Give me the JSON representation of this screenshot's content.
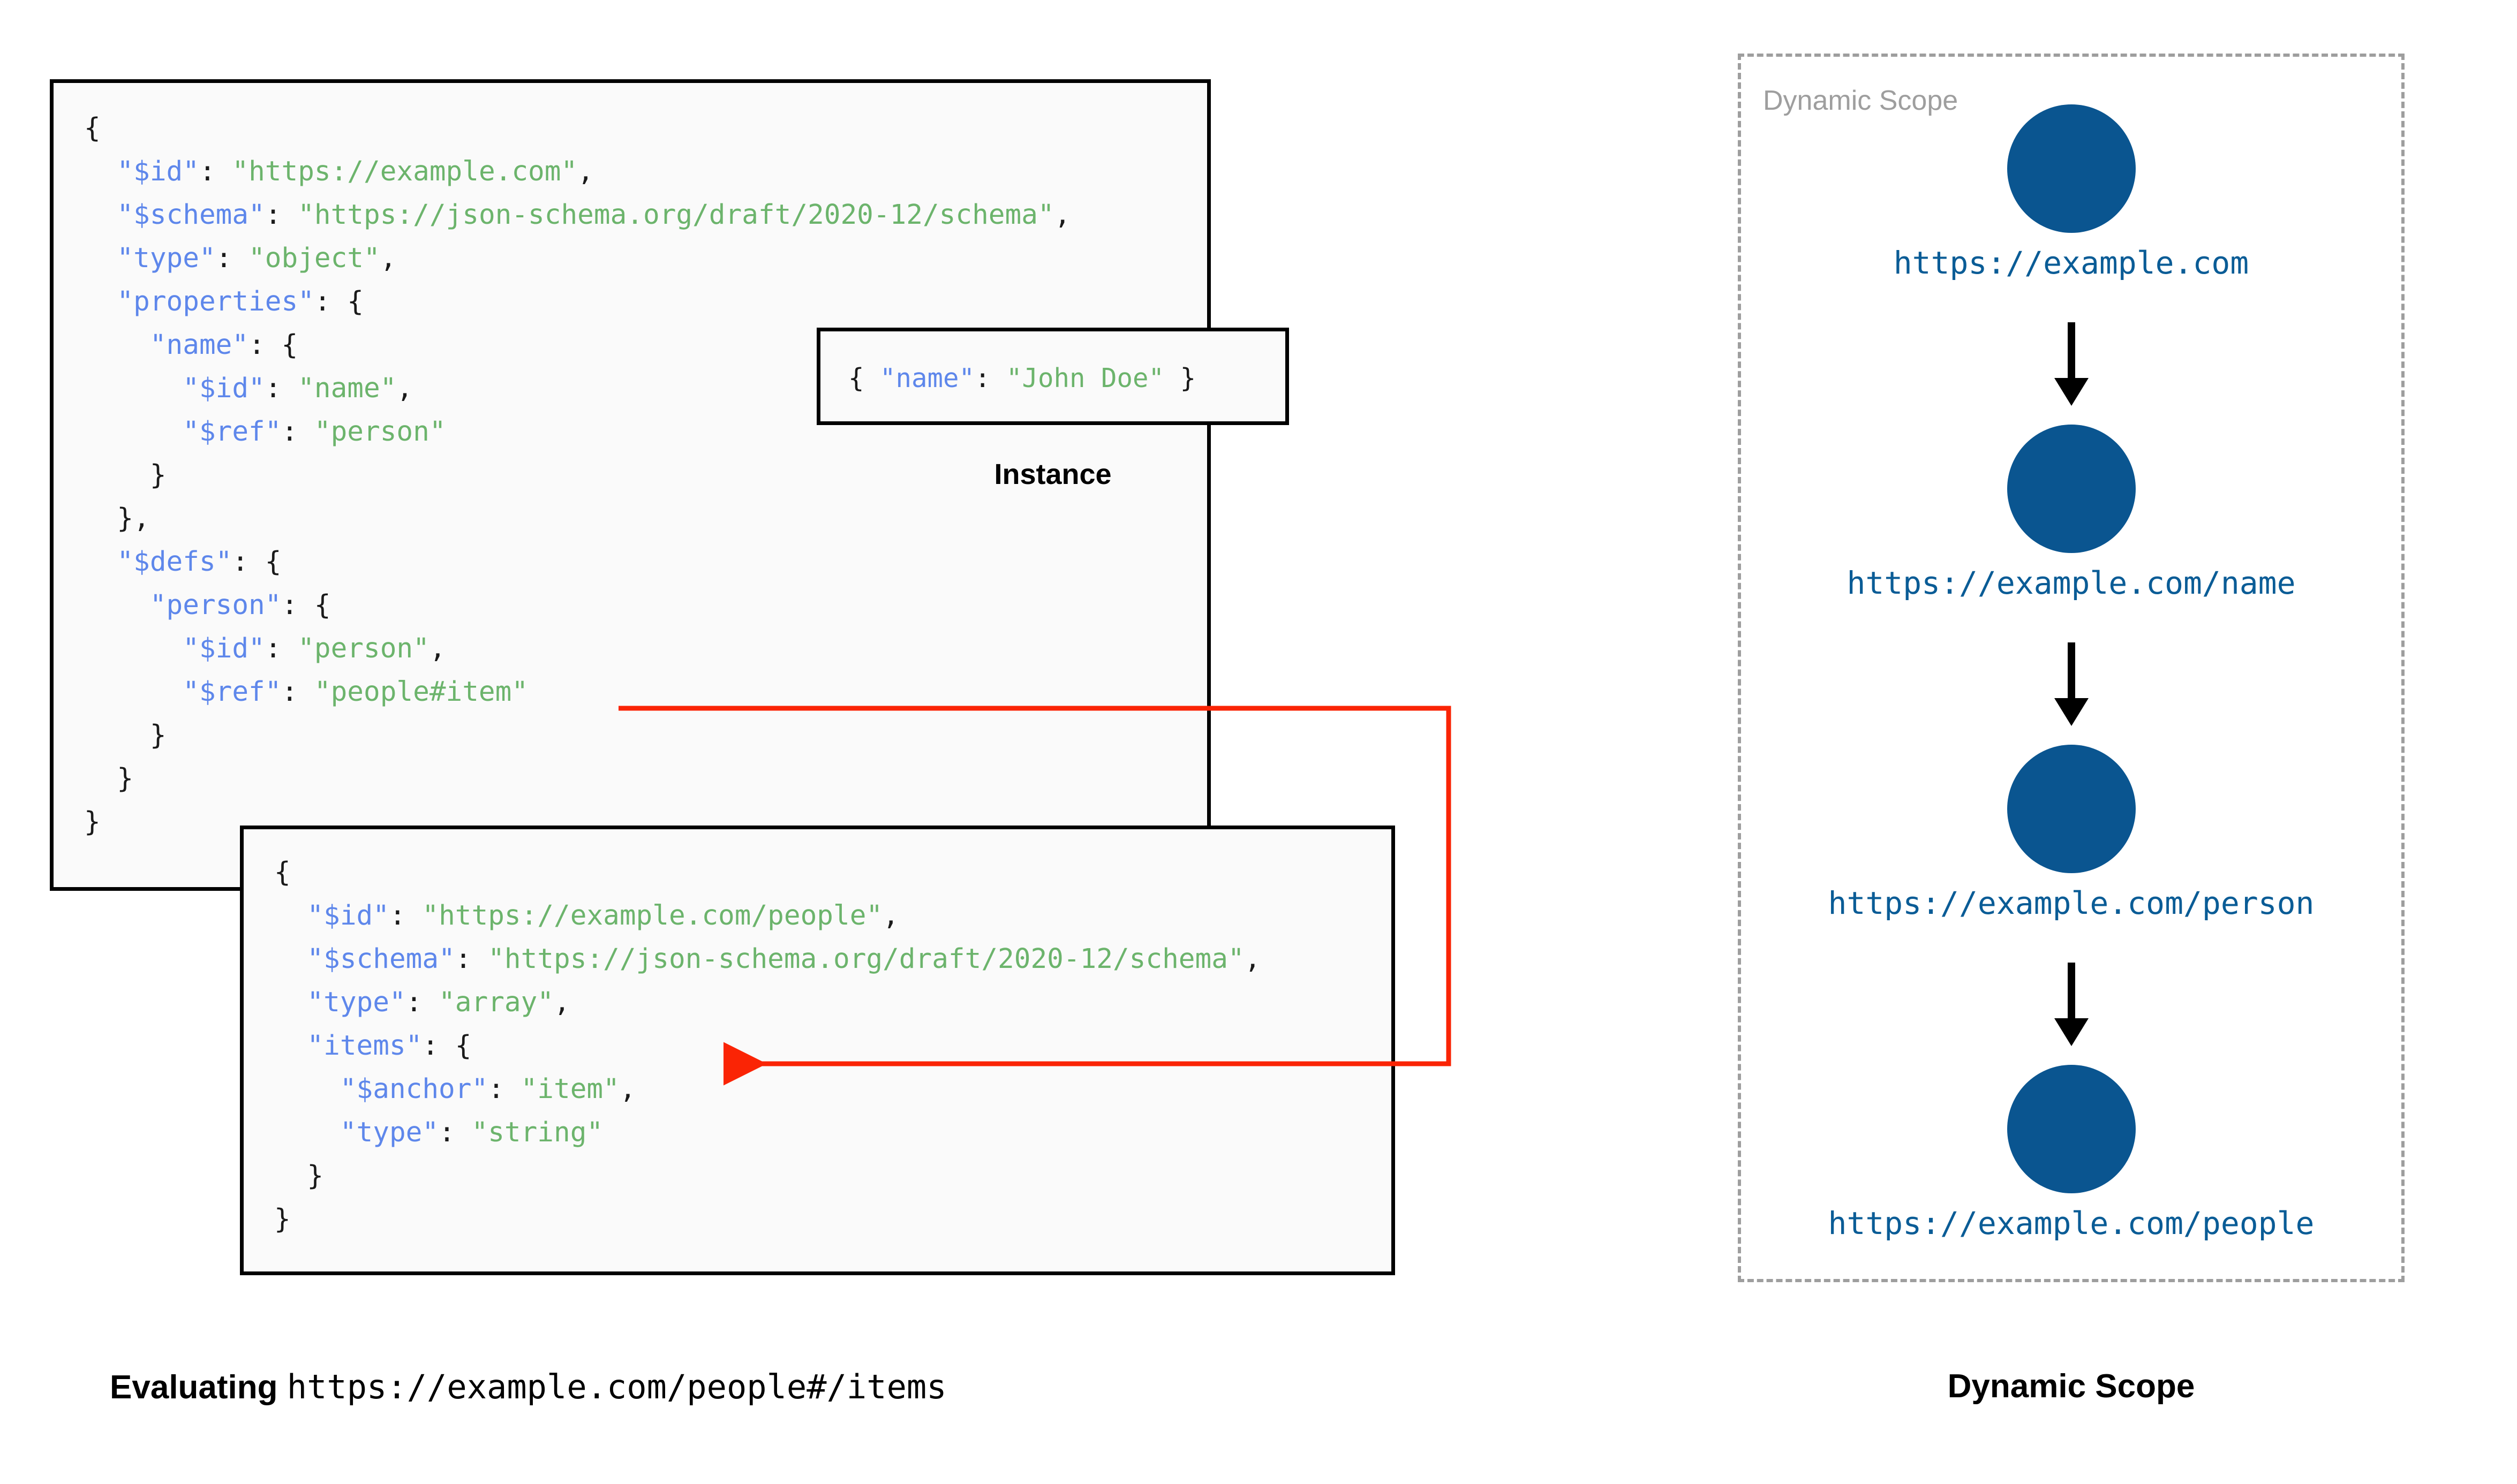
{
  "diagram": {
    "title_left": "Evaluating",
    "title_left_uri": "https://example.com/people#/items",
    "title_right": "Dynamic Scope"
  },
  "schema_root": {
    "lines": [
      [
        {
          "t": "{",
          "c": "p"
        }
      ],
      [
        {
          "t": "  ",
          "c": "p"
        },
        {
          "t": "\"$id\"",
          "c": "k"
        },
        {
          "t": ": ",
          "c": "p"
        },
        {
          "t": "\"https://example.com\"",
          "c": "v"
        },
        {
          "t": ",",
          "c": "p"
        }
      ],
      [
        {
          "t": "  ",
          "c": "p"
        },
        {
          "t": "\"$schema\"",
          "c": "k"
        },
        {
          "t": ": ",
          "c": "p"
        },
        {
          "t": "\"https://json-schema.org/draft/2020-12/schema\"",
          "c": "v"
        },
        {
          "t": ",",
          "c": "p"
        }
      ],
      [
        {
          "t": "  ",
          "c": "p"
        },
        {
          "t": "\"type\"",
          "c": "k"
        },
        {
          "t": ": ",
          "c": "p"
        },
        {
          "t": "\"object\"",
          "c": "v"
        },
        {
          "t": ",",
          "c": "p"
        }
      ],
      [
        {
          "t": "  ",
          "c": "p"
        },
        {
          "t": "\"properties\"",
          "c": "k"
        },
        {
          "t": ": {",
          "c": "p"
        }
      ],
      [
        {
          "t": "    ",
          "c": "p"
        },
        {
          "t": "\"name\"",
          "c": "k"
        },
        {
          "t": ": {",
          "c": "p"
        }
      ],
      [
        {
          "t": "      ",
          "c": "p"
        },
        {
          "t": "\"$id\"",
          "c": "k"
        },
        {
          "t": ": ",
          "c": "p"
        },
        {
          "t": "\"name\"",
          "c": "v"
        },
        {
          "t": ",",
          "c": "p"
        }
      ],
      [
        {
          "t": "      ",
          "c": "p"
        },
        {
          "t": "\"$ref\"",
          "c": "k"
        },
        {
          "t": ": ",
          "c": "p"
        },
        {
          "t": "\"person\"",
          "c": "v"
        }
      ],
      [
        {
          "t": "    }",
          "c": "p"
        }
      ],
      [
        {
          "t": "  },",
          "c": "p"
        }
      ],
      [
        {
          "t": "  ",
          "c": "p"
        },
        {
          "t": "\"$defs\"",
          "c": "k"
        },
        {
          "t": ": {",
          "c": "p"
        }
      ],
      [
        {
          "t": "    ",
          "c": "p"
        },
        {
          "t": "\"person\"",
          "c": "k"
        },
        {
          "t": ": {",
          "c": "p"
        }
      ],
      [
        {
          "t": "      ",
          "c": "p"
        },
        {
          "t": "\"$id\"",
          "c": "k"
        },
        {
          "t": ": ",
          "c": "p"
        },
        {
          "t": "\"person\"",
          "c": "v"
        },
        {
          "t": ",",
          "c": "p"
        }
      ],
      [
        {
          "t": "      ",
          "c": "p"
        },
        {
          "t": "\"$ref\"",
          "c": "k"
        },
        {
          "t": ": ",
          "c": "p"
        },
        {
          "t": "\"people#item\"",
          "c": "v"
        }
      ],
      [
        {
          "t": "    }",
          "c": "p"
        }
      ],
      [
        {
          "t": "  }",
          "c": "p"
        }
      ],
      [
        {
          "t": "}",
          "c": "p"
        }
      ]
    ]
  },
  "instance": {
    "label": "Instance",
    "lines": [
      [
        {
          "t": "{ ",
          "c": "p"
        },
        {
          "t": "\"name\"",
          "c": "k"
        },
        {
          "t": ": ",
          "c": "p"
        },
        {
          "t": "\"John Doe\"",
          "c": "v"
        },
        {
          "t": " }",
          "c": "p"
        }
      ]
    ]
  },
  "schema_people": {
    "lines": [
      [
        {
          "t": "{",
          "c": "p"
        }
      ],
      [
        {
          "t": "  ",
          "c": "p"
        },
        {
          "t": "\"$id\"",
          "c": "k"
        },
        {
          "t": ": ",
          "c": "p"
        },
        {
          "t": "\"https://example.com/people\"",
          "c": "v"
        },
        {
          "t": ",",
          "c": "p"
        }
      ],
      [
        {
          "t": "  ",
          "c": "p"
        },
        {
          "t": "\"$schema\"",
          "c": "k"
        },
        {
          "t": ": ",
          "c": "p"
        },
        {
          "t": "\"https://json-schema.org/draft/2020-12/schema\"",
          "c": "v"
        },
        {
          "t": ",",
          "c": "p"
        }
      ],
      [
        {
          "t": "  ",
          "c": "p"
        },
        {
          "t": "\"type\"",
          "c": "k"
        },
        {
          "t": ": ",
          "c": "p"
        },
        {
          "t": "\"array\"",
          "c": "v"
        },
        {
          "t": ",",
          "c": "p"
        }
      ],
      [
        {
          "t": "  ",
          "c": "p"
        },
        {
          "t": "\"items\"",
          "c": "k"
        },
        {
          "t": ": {",
          "c": "p"
        }
      ],
      [
        {
          "t": "    ",
          "c": "p"
        },
        {
          "t": "\"$anchor\"",
          "c": "k"
        },
        {
          "t": ": ",
          "c": "p"
        },
        {
          "t": "\"item\"",
          "c": "v"
        },
        {
          "t": ",",
          "c": "p"
        }
      ],
      [
        {
          "t": "    ",
          "c": "p"
        },
        {
          "t": "\"type\"",
          "c": "k"
        },
        {
          "t": ": ",
          "c": "p"
        },
        {
          "t": "\"string\"",
          "c": "v"
        }
      ],
      [
        {
          "t": "  }",
          "c": "p"
        }
      ],
      [
        {
          "t": "}",
          "c": "p"
        }
      ]
    ]
  },
  "dynamic_scope": {
    "panel_label": "Dynamic Scope",
    "nodes": [
      {
        "label": "https://example.com"
      },
      {
        "label": "https://example.com/name"
      },
      {
        "label": "https://example.com/person"
      },
      {
        "label": "https://example.com/people"
      }
    ]
  },
  "colors": {
    "node_fill": "#0a5590",
    "node_label": "#0a5c96",
    "json_key": "#5e87eb",
    "json_value": "#6cb46c",
    "ref_arrow": "#fa2405",
    "panel_border": "#9e9e9e",
    "box_bg": "#fafafa",
    "box_border": "#000000"
  }
}
